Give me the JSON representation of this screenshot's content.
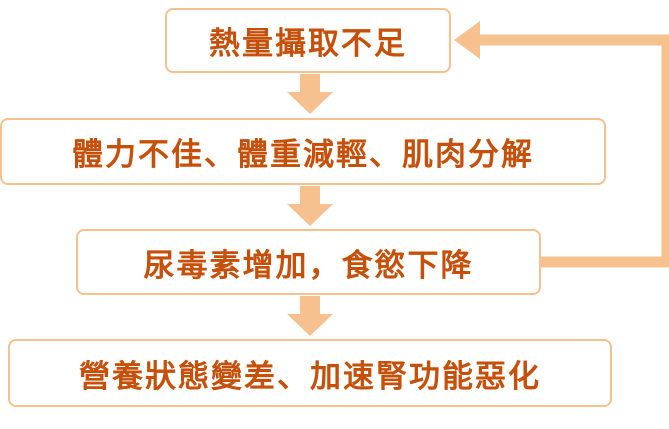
{
  "diagram": {
    "nodes": [
      {
        "id": "n1",
        "label": "熱量攝取不足"
      },
      {
        "id": "n2",
        "label": "體力不佳、體重減輕、肌肉分解"
      },
      {
        "id": "n3",
        "label": "尿毒素增加，食慾下降"
      },
      {
        "id": "n4",
        "label": "營養狀態變差、加速腎功能惡化"
      }
    ],
    "edges": [
      {
        "from": "n1",
        "to": "n2"
      },
      {
        "from": "n2",
        "to": "n3"
      },
      {
        "from": "n3",
        "to": "n4"
      },
      {
        "from": "n3",
        "to": "n1",
        "style": "feedback-loop"
      }
    ],
    "colors": {
      "box_border": "#f6c08f",
      "text": "#c6500a",
      "arrow": "#f6c08f"
    }
  }
}
